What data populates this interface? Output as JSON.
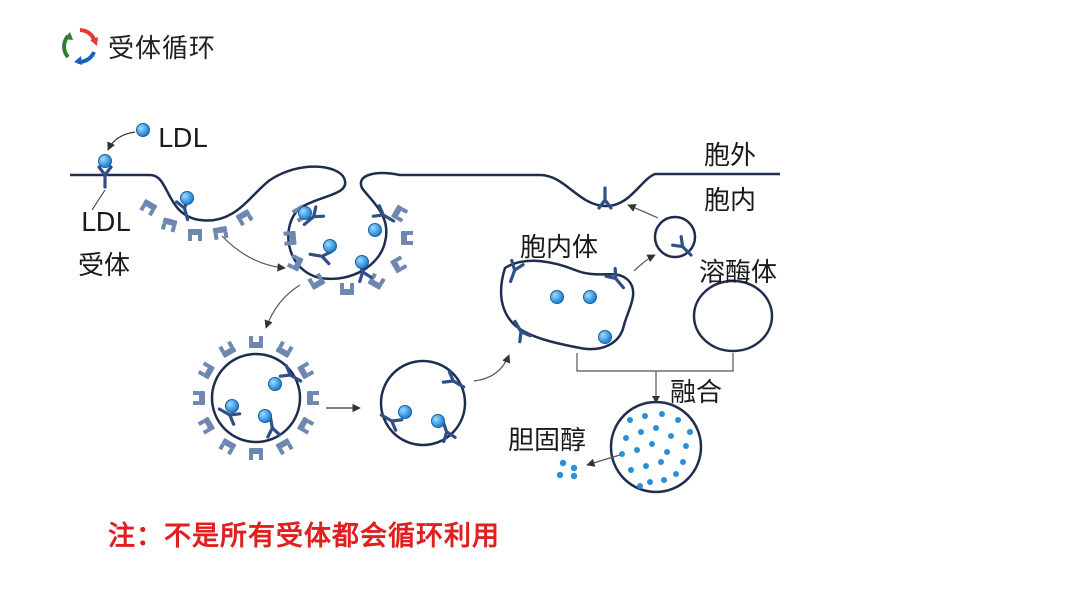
{
  "header": {
    "title": "受体循环",
    "icon": "recycle-arrows-icon",
    "icon_colors": [
      "#e53935",
      "#2e7d32",
      "#1565c0"
    ]
  },
  "labels": {
    "ldl": "LDL",
    "ldl_receptor_line1": "LDL",
    "ldl_receptor_line2": "受体",
    "extracellular": "胞外",
    "intracellular": "胞内",
    "endosome": "胞内体",
    "lysosome": "溶酶体",
    "fusion": "融合",
    "cholesterol": "胆固醇"
  },
  "note": "注：不是所有受体都会循环利用",
  "colors": {
    "membrane": "#1f2d4f",
    "receptor": "#2f4f87",
    "coat": "#6d87b0",
    "ldl_particle": "#2b8fd8",
    "note": "#e02020"
  }
}
